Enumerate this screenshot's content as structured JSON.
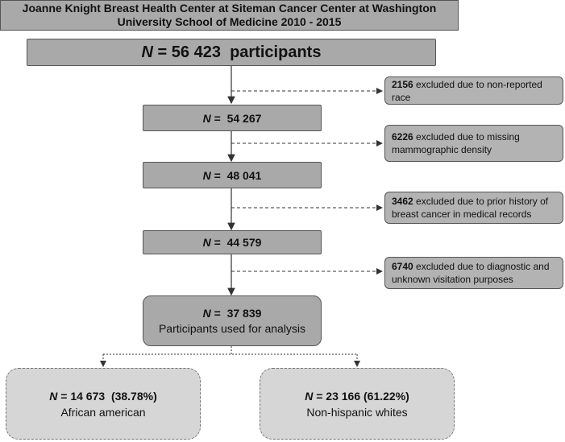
{
  "header": {
    "line1": "Joanne Knight Breast Health Center at Siteman Cancer Center at Washington",
    "line2": "University School of Medicine 2010 - 2015"
  },
  "n_symbol": "N",
  "total": {
    "value": "56 423",
    "suffix": "participants"
  },
  "steps": [
    {
      "n_value": "54 267"
    },
    {
      "n_value": "48 041"
    },
    {
      "n_value": "44 579"
    }
  ],
  "analysis": {
    "n_value": "37 839",
    "label": "Participants used for analysis"
  },
  "exclusions": [
    {
      "count": "2156",
      "text": "excluded due to non-reported",
      "text2": "race"
    },
    {
      "count": "6226",
      "text": "excluded due to missing",
      "text2": "mammographic density"
    },
    {
      "count": "3462",
      "text": "excluded due to prior history of",
      "text2": "breast cancer in medical records"
    },
    {
      "count": "6740",
      "text": "excluded due to diagnostic and",
      "text2": "unknown visitation purposes"
    }
  ],
  "groups": [
    {
      "n_value": "14 673",
      "percent": "(38.78%)",
      "label": "African american"
    },
    {
      "n_value": "23 166",
      "percent": "(61.22%)",
      "label": "Non-hispanic whites"
    }
  ],
  "colors": {
    "box_fill": "#a9a9a9",
    "final_fill": "#d6d6d6",
    "line": "#333333"
  }
}
